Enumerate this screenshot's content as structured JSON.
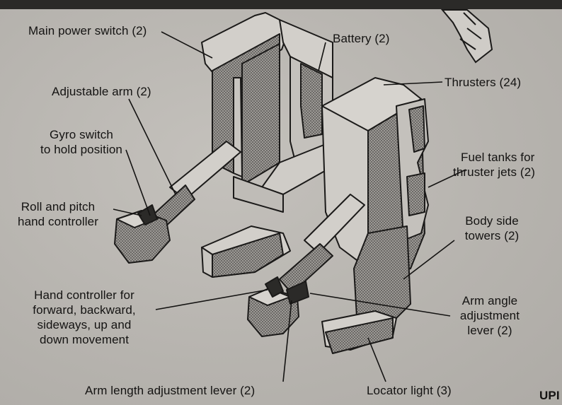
{
  "labels": {
    "main_power_switch": "Main power switch (2)",
    "battery": "Battery (2)",
    "thrusters": "Thrusters (24)",
    "adjustable_arm": "Adjustable arm (2)",
    "gyro_1": "Gyro switch",
    "gyro_2": "to hold position",
    "fuel_1": "Fuel tanks for",
    "fuel_2": "thruster jets (2)",
    "roll_1": "Roll and pitch",
    "roll_2": "hand controller",
    "body_1": "Body side",
    "body_2": "towers (2)",
    "hand_1": "Hand controller for",
    "hand_2": "forward, backward,",
    "hand_3": "sideways, up and",
    "hand_4": "down movement",
    "arm_angle_1": "Arm angle",
    "arm_angle_2": "adjustment",
    "arm_angle_3": "lever (2)",
    "arm_length": "Arm length adjustment lever (2)",
    "locator": "Locator light (3)",
    "corner": "UPI"
  },
  "colors": {
    "paper": "#b8b5b0",
    "ink": "#141312",
    "shade": "#8e8b87"
  }
}
